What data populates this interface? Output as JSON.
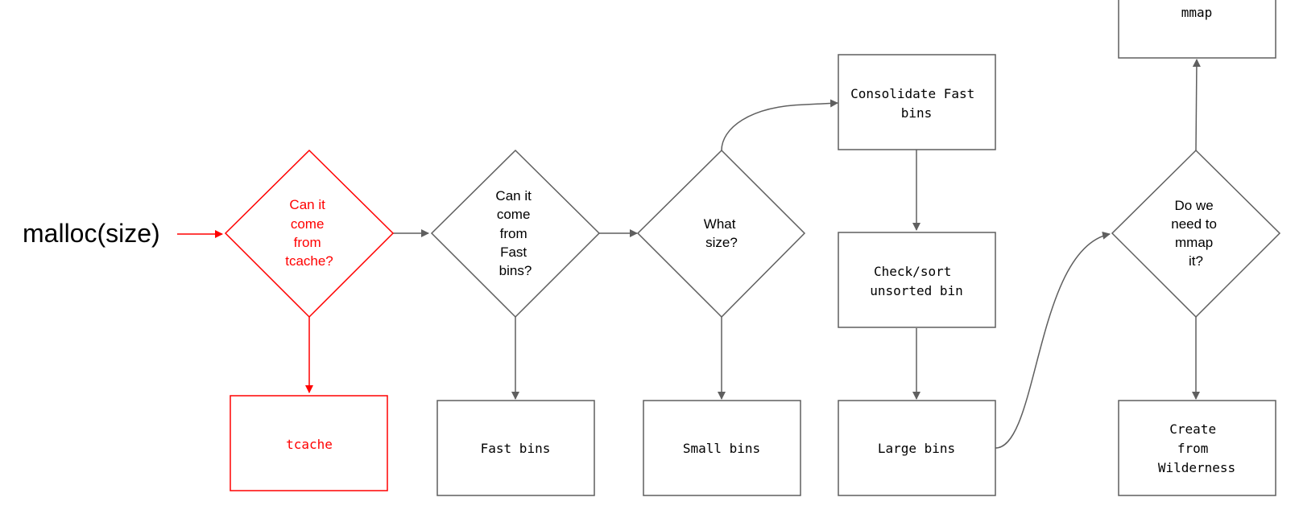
{
  "colors": {
    "default": "#5f5f5f",
    "highlight": "#ff0000",
    "text": "#000000"
  },
  "entry": {
    "label": "malloc(size)"
  },
  "nodes": {
    "tcache_check": {
      "lines": [
        "Can it",
        "come",
        "from",
        "tcache?"
      ],
      "highlighted": true
    },
    "fastbin_check": {
      "lines": [
        "Can it",
        "come",
        "from",
        "Fast",
        "bins?"
      ]
    },
    "size_check": {
      "lines": [
        "What",
        "size?"
      ]
    },
    "mmap_check": {
      "lines": [
        "Do we",
        "need to",
        "mmap",
        "it?"
      ]
    },
    "tcache": {
      "lines": [
        "tcache"
      ],
      "highlighted": true
    },
    "fast_bins": {
      "lines": [
        "Fast bins"
      ]
    },
    "small_bins": {
      "lines": [
        "Small bins"
      ]
    },
    "consolidate": {
      "lines": [
        "Consolidate Fast",
        "bins"
      ]
    },
    "check_sort": {
      "lines": [
        "Check/sort",
        "unsorted bin"
      ]
    },
    "large_bins": {
      "lines": [
        "Large bins"
      ]
    },
    "mmap": {
      "lines": [
        "mmap"
      ]
    },
    "wilderness": {
      "lines": [
        "Create",
        "from",
        "Wilderness"
      ]
    }
  }
}
